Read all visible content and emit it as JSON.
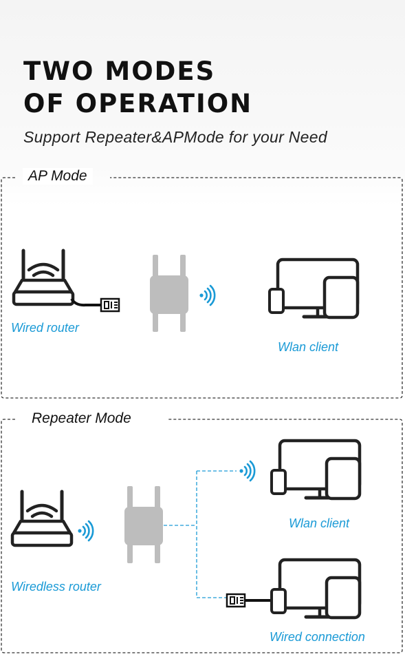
{
  "header": {
    "title_line1": "TWO MODES",
    "title_line2": "OF OPERATION",
    "subtitle": "Support Repeater&APMode for your Need"
  },
  "ap_mode": {
    "label": "AP Mode",
    "router_caption": "Wired router",
    "client_caption": "Wlan client"
  },
  "repeater_mode": {
    "label": "Repeater Mode",
    "router_caption": "Wiredless router",
    "client_caption": "Wlan client",
    "wired_caption": "Wired connection"
  },
  "colors": {
    "accent": "#1a9ad6",
    "icon_dark": "#222222",
    "extender_gray": "#bdbdbd",
    "frame_dash": "#333333"
  }
}
